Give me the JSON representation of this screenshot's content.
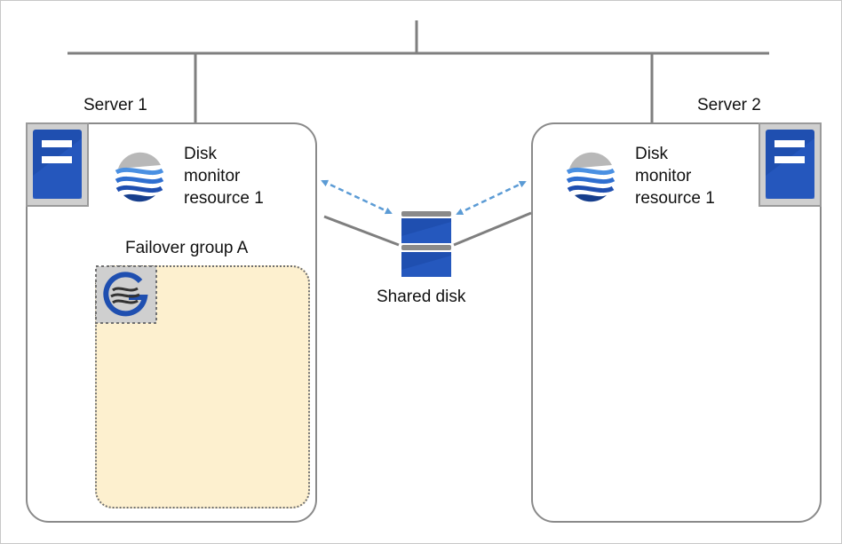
{
  "network": {},
  "servers": [
    {
      "label": "Server 1",
      "monitor_label": [
        "Disk",
        "monitor",
        "resource 1"
      ]
    },
    {
      "label": "Server 2",
      "monitor_label": [
        "Disk",
        "monitor",
        "resource 1"
      ]
    }
  ],
  "failover_group": {
    "label": "Failover group A"
  },
  "shared_disk": {
    "label": "Shared disk"
  },
  "colors": {
    "server_blue": "#1f4fb0",
    "group_fill": "#fdf0cf",
    "arrow_blue": "#5b9bd5",
    "line_gray": "#7f7f7f"
  },
  "icons": [
    "server-icon",
    "disk-monitor-icon",
    "failover-group-icon",
    "shared-disk-icon",
    "bidirectional-arrow-icon"
  ]
}
